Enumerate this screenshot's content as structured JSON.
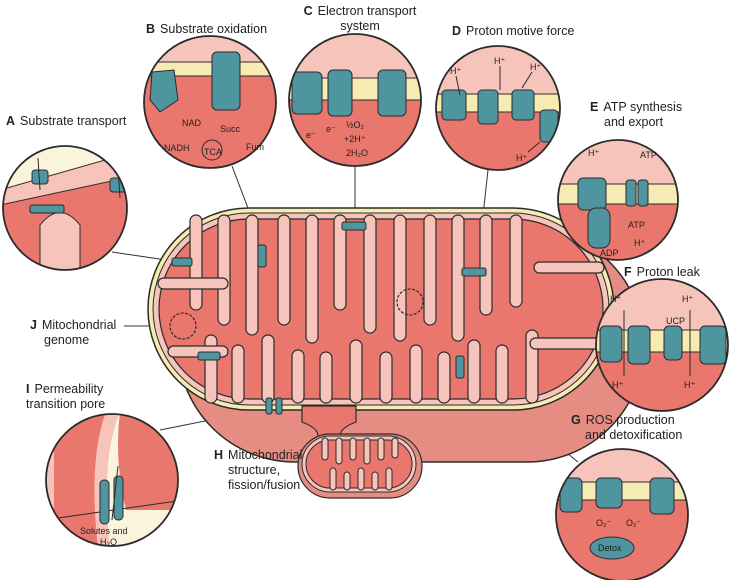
{
  "colors": {
    "matrix": "#e9776e",
    "ims": "#f6c4bb",
    "outer": "#e58d82",
    "membrane": "#f6ebb3",
    "protein": "#4f95a0",
    "outline": "#2b2b2b"
  },
  "panels": [
    {
      "letter": "A",
      "title_lines": [
        "Substrate transport"
      ]
    },
    {
      "letter": "B",
      "title_lines": [
        "Substrate oxidation"
      ]
    },
    {
      "letter": "C",
      "title_lines": [
        "Electron transport",
        "system"
      ]
    },
    {
      "letter": "D",
      "title_lines": [
        "Proton motive force"
      ]
    },
    {
      "letter": "E",
      "title_lines": [
        "ATP synthesis",
        "and export"
      ]
    },
    {
      "letter": "F",
      "title_lines": [
        "Proton leak"
      ]
    },
    {
      "letter": "G",
      "title_lines": [
        "ROS production",
        "and detoxification"
      ]
    },
    {
      "letter": "H",
      "title_lines": [
        "Mitochondrial",
        "structure,",
        "fission/fusion"
      ]
    },
    {
      "letter": "I",
      "title_lines": [
        "Permeability",
        "transition pore"
      ]
    },
    {
      "letter": "J",
      "title_lines": [
        "Mitochondrial",
        "genome"
      ]
    }
  ],
  "annotations": {
    "b_nad": "NAD",
    "b_nadh": "NADH",
    "b_succ": "Succ",
    "b_fum": "Fum",
    "b_tca": "TCA",
    "c_e1": "e⁻",
    "c_e2": "e⁻",
    "c_o2": "½O₂",
    "c_2h": "+2H⁺",
    "c_h2o": "2H₂O",
    "d_h1": "H⁺",
    "d_h2": "H⁺",
    "d_h3": "H⁺",
    "d_h4": "H⁺",
    "e_h": "H⁺",
    "e_atp_top": "ATP",
    "e_atp_mid": "ATP",
    "e_h2": "H⁺",
    "e_adp": "ADP",
    "f_h1": "H⁺",
    "f_h2": "H⁺",
    "f_ucp": "UCP",
    "f_h3": "H⁺",
    "f_h4": "H⁺",
    "g_o2a": "O₂⁻",
    "g_o2b": "O₂⁻",
    "g_detox": "Detox",
    "i_solutes": "Solutes and",
    "i_h2o": "H₂O"
  }
}
